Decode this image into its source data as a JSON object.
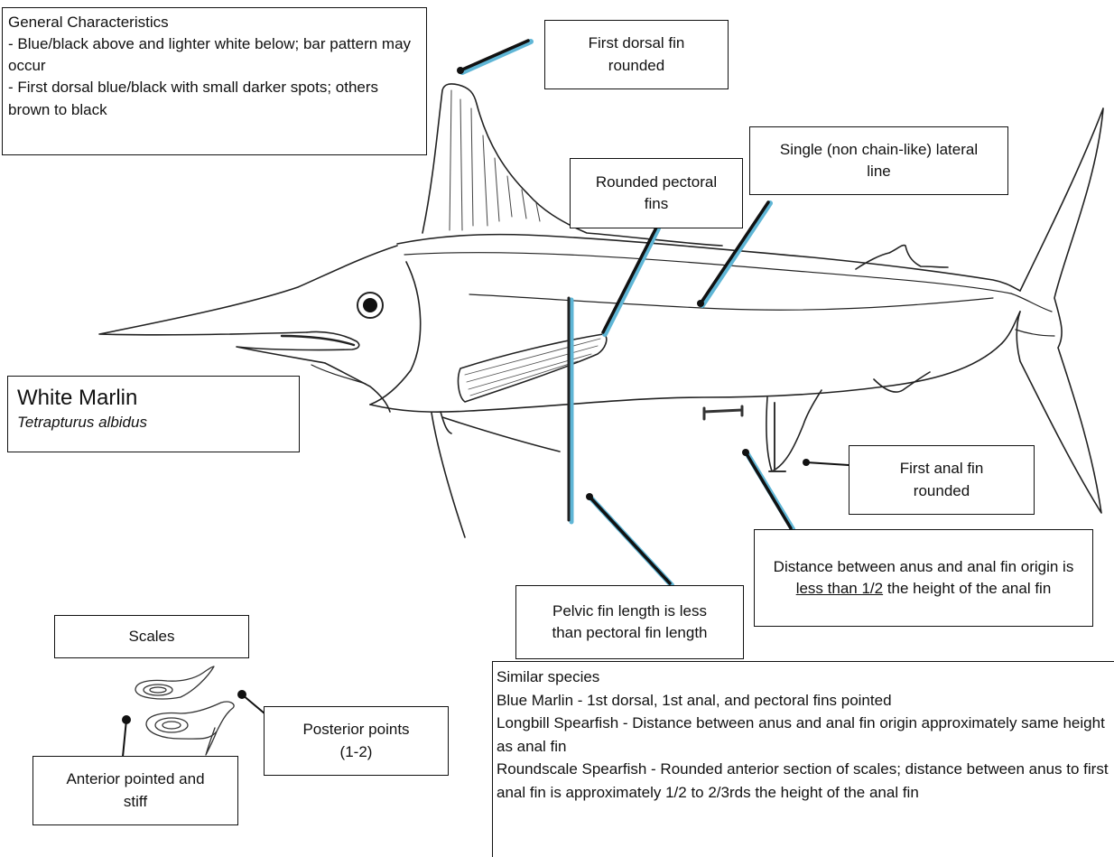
{
  "general": {
    "heading": "General Characteristics",
    "line1": "- Blue/black above and lighter white below; bar pattern may occur",
    "line2": "- First dorsal blue/black with small darker spots; others brown to black"
  },
  "first_dorsal": {
    "line1": "First dorsal fin",
    "line2": "rounded"
  },
  "lateral_line": {
    "line1": "Single (non chain-like) lateral",
    "line2": "line"
  },
  "pectoral": {
    "line1": "Rounded pectoral",
    "line2": "fins"
  },
  "species": {
    "common_name": "White Marlin",
    "scientific_name": "Tetrapturus albidus"
  },
  "anal_fin": {
    "line1": "First anal fin",
    "line2": "rounded"
  },
  "distance": {
    "part1": "Distance between anus and anal fin origin is ",
    "underlined": "less than 1/2",
    "part2": " the height of the anal fin"
  },
  "pelvic": {
    "line1": "Pelvic fin length is less",
    "line2": "than pectoral fin length"
  },
  "scales": {
    "label": "Scales"
  },
  "posterior": {
    "line1": "Posterior points",
    "line2": "(1-2)"
  },
  "anterior": {
    "line1": "Anterior pointed and",
    "line2": "stiff"
  },
  "similar": {
    "heading": "Similar species",
    "blue_marlin": "Blue Marlin - 1st dorsal, 1st anal, and pectoral fins pointed",
    "longbill": "Longbill Spearfish - Distance between anus and anal fin origin approximately same height as anal fin",
    "roundscale": "Roundscale Spearfish - Rounded anterior section of scales; distance between anus to first anal fin is approximately 1/2 to 2/3rds the height of the anal fin"
  },
  "colors": {
    "ink": "#111111",
    "leader_shadow": "#5fb6d6"
  }
}
